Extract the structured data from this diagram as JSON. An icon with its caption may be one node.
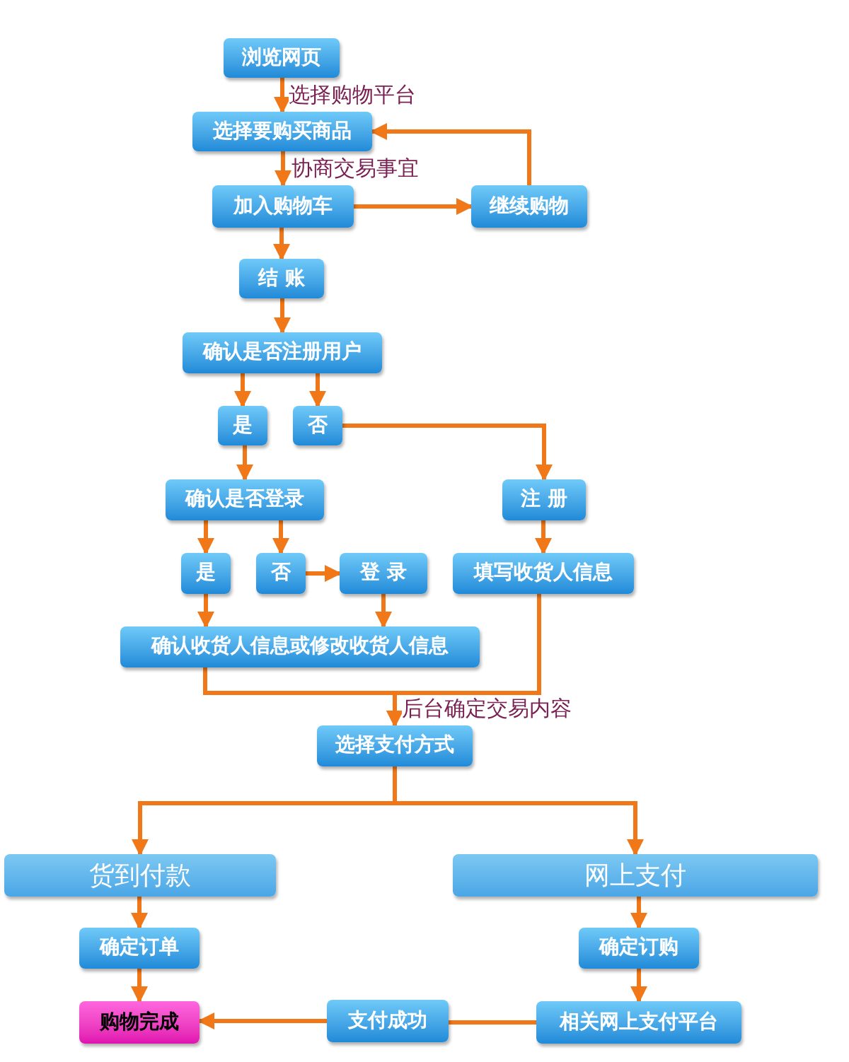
{
  "diagram": {
    "nodes": [
      {
        "text": [
          "浏览网页"
        ]
      },
      {
        "text": [
          "选择要购买商品"
        ]
      },
      {
        "text": [
          "加入购物车"
        ]
      },
      {
        "text": [
          "继续购物"
        ]
      },
      {
        "text": [
          "结 账"
        ]
      },
      {
        "text": [
          "确认是否注册用户"
        ]
      },
      {
        "text": [
          "是"
        ]
      },
      {
        "text": [
          "否"
        ]
      },
      {
        "text": [
          "确认是否登录"
        ]
      },
      {
        "text": [
          "注 册"
        ]
      },
      {
        "text": [
          "是"
        ]
      },
      {
        "text": [
          "否"
        ]
      },
      {
        "text": [
          "登 录"
        ]
      },
      {
        "text": [
          "填写收货人信息"
        ]
      },
      {
        "text": [
          "确认收货人信息或修改收货人信息"
        ]
      },
      {
        "text": [
          "选择支付方式"
        ]
      },
      {
        "text": [
          "货到付款"
        ]
      },
      {
        "text": [
          "网上支付"
        ]
      },
      {
        "text": [
          "确定订单"
        ]
      },
      {
        "text": [
          "确定订购"
        ]
      },
      {
        "text": [
          "购物完成"
        ]
      },
      {
        "text": [
          "支付成功"
        ]
      },
      {
        "text": [
          "相关网上支付平台"
        ]
      }
    ],
    "edges": [
      {
        "from": 0,
        "to": 1,
        "arrow": "to",
        "label": "选择购物平台"
      },
      {
        "from": 1,
        "to": 2,
        "arrow": "to",
        "label": "协商交易事宜"
      },
      {
        "from": 2,
        "to": 3,
        "arrow": "to"
      },
      {
        "from": 3,
        "to": 1,
        "arrow": "to"
      },
      {
        "from": 2,
        "to": 4,
        "arrow": "to"
      },
      {
        "from": 4,
        "to": 5,
        "arrow": "to"
      },
      {
        "from": 5,
        "to": 6,
        "arrow": "to"
      },
      {
        "from": 5,
        "to": 7,
        "arrow": "to"
      },
      {
        "from": 7,
        "to": 9,
        "arrow": "to"
      },
      {
        "from": 6,
        "to": 8,
        "arrow": "to"
      },
      {
        "from": 8,
        "to": 10,
        "arrow": "to"
      },
      {
        "from": 8,
        "to": 11,
        "arrow": "to"
      },
      {
        "from": 11,
        "to": 12,
        "arrow": "to"
      },
      {
        "from": 9,
        "to": 13,
        "arrow": "to"
      },
      {
        "from": 10,
        "to": 14,
        "arrow": "to"
      },
      {
        "from": 12,
        "to": 14,
        "arrow": "to"
      },
      {
        "from": 14,
        "to": 15,
        "arrow": "to",
        "label": "后台确定交易内容"
      },
      {
        "from": 13,
        "to": 15,
        "arrow": "to"
      },
      {
        "from": 15,
        "to": 16,
        "arrow": "to"
      },
      {
        "from": 15,
        "to": 17,
        "arrow": "to"
      },
      {
        "from": 16,
        "to": 18,
        "arrow": "to"
      },
      {
        "from": 17,
        "to": 19,
        "arrow": "to"
      },
      {
        "from": 18,
        "to": 20,
        "arrow": "to"
      },
      {
        "from": 19,
        "to": 22,
        "arrow": "to"
      },
      {
        "from": 22,
        "to": 21,
        "arrow": "none"
      },
      {
        "from": 21,
        "to": 20,
        "arrow": "to"
      }
    ]
  }
}
